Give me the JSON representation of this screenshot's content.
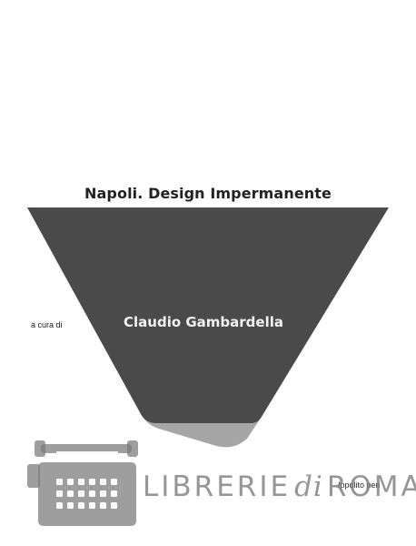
{
  "book": {
    "title": "Napoli. Design Impermanente",
    "curator_label": "a cura di",
    "author": "Claudio Gambardella",
    "publisher_partial": "Ippolito peri"
  },
  "watermark": {
    "word_1": "LIBRERIE",
    "word_2": "di",
    "word_3": "ROMA",
    "icon": "typewriter-icon"
  },
  "colors": {
    "funnel_dark": "#4a4a4a",
    "funnel_light": "#a6a6a6",
    "watermark": "#7a7a7a"
  }
}
